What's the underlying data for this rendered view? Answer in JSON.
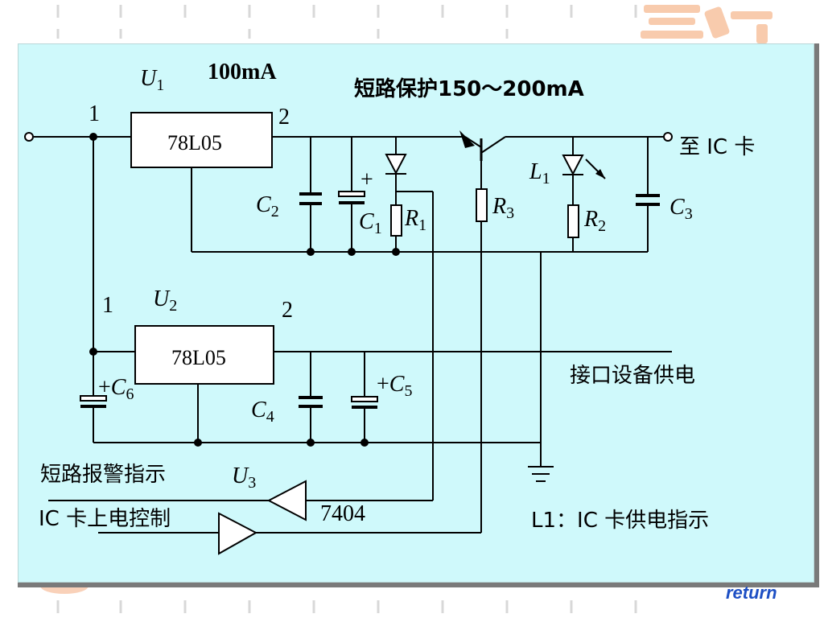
{
  "labels": {
    "u1": "U",
    "u1_sub": "1",
    "current": "100mA",
    "protection": "短路保护150～200mA",
    "pin1_top": "1",
    "pin2_top": "2",
    "reg1": "78L05",
    "to_ic_card": "至 IC 卡",
    "l1": "L",
    "l1_sub": "1",
    "c2": "C",
    "c2_sub": "2",
    "c1": "C",
    "c1_sub": "1",
    "r1": "R",
    "r1_sub": "1",
    "r3": "R",
    "r3_sub": "3",
    "r2": "R",
    "r2_sub": "2",
    "c3": "C",
    "c3_sub": "3",
    "plus_c1": "+",
    "pin1_bottom": "1",
    "u2": "U",
    "u2_sub": "2",
    "pin2_bottom": "2",
    "reg2": "78L05",
    "interface_power": "接口设备供电",
    "c6_plus": "+",
    "c6": "C",
    "c6_sub": "6",
    "c5_plus": "+",
    "c5": "C",
    "c5_sub": "5",
    "c4": "C",
    "c4_sub": "4",
    "short_alarm": "短路报警指示",
    "u3": "U",
    "u3_sub": "3",
    "ic_power_control": "IC 卡上电控制",
    "chip": "7404",
    "l1_note": "L1：IC 卡供电指示"
  },
  "nav": {
    "return_label": "return"
  },
  "colors": {
    "panel": "#cff9fb",
    "panel_shadow": "#7a7a7a",
    "wire": "#000000",
    "return_link": "#1d4fc4",
    "logo": "#f5b38a"
  }
}
